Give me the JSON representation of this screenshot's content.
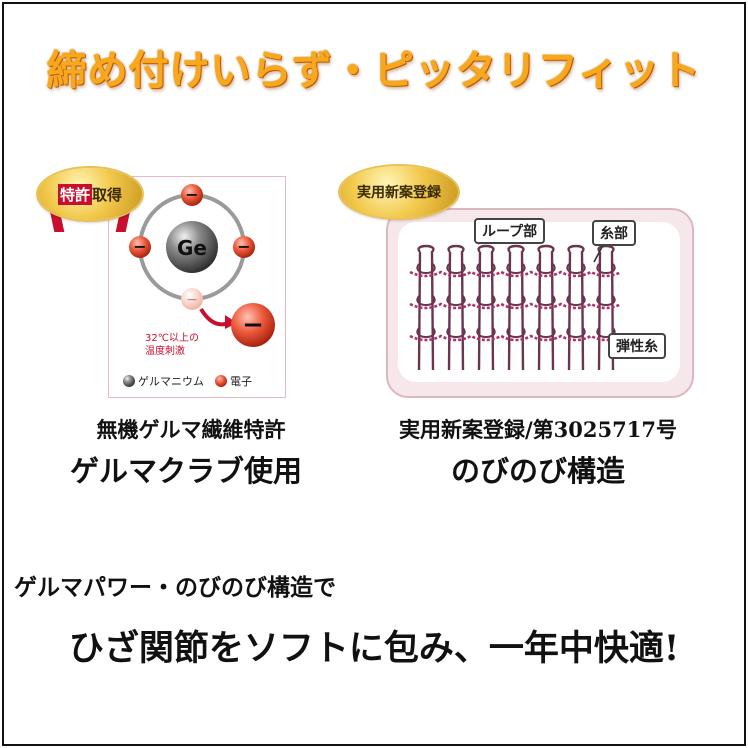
{
  "headline": "締め付けいらず・ピッタリフィット",
  "left_panel": {
    "badge_highlight": "特許",
    "badge_rest": "取得",
    "atom_label": "Ge",
    "electron_mark": "−",
    "temperature_line1": "32℃以上の",
    "temperature_line2": "温度刺激",
    "legend_germanium": "ゲルマニウム",
    "legend_electron": "電子",
    "caption_line1": "無機ゲルマ繊維特許",
    "caption_line2": "ゲルマクラブ使用",
    "colors": {
      "electron_red": "#e8452c",
      "ring": "#9a9a9a",
      "core": "#4a4a4a"
    }
  },
  "right_panel": {
    "badge": "実用新案登録",
    "label_loop": "ループ部",
    "label_yarn": "糸部",
    "label_elastic": "弾性糸",
    "caption_line1": "実用新案登録/第3025717号",
    "caption_line2": "のびのび構造",
    "colors": {
      "loop_yarn": "#6b3550",
      "elastic_yarn": "#b0306a",
      "panel_bg": "#f6e7ea"
    }
  },
  "lead_text": "ゲルマパワー・のびのび構造で",
  "tagline": "ひざ関節をソフトに包み、一年中快適!",
  "colors": {
    "headline_orange": "#f7a81c",
    "badge_gold": "#f2c94c"
  }
}
